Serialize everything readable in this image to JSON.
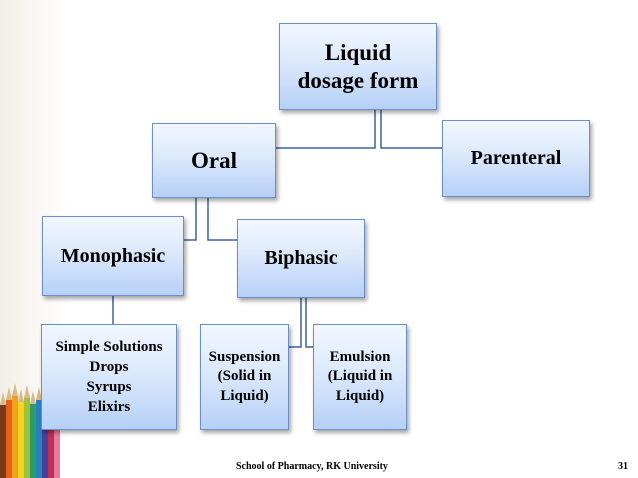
{
  "nodes": {
    "root": "Liquid\ndosage form",
    "oral": "Oral",
    "parenteral": "Parenteral",
    "monophasic": "Monophasic",
    "biphasic": "Biphasic",
    "mono_types": "Simple Solutions\nDrops\nSyrups\nElixirs",
    "suspension": "Suspension\n(Solid in\nLiquid)",
    "emulsion": "Emulsion\n(Liquid in\nLiquid)"
  },
  "footer": {
    "text": "School of Pharmacy, RK University",
    "page_number": "31"
  },
  "colors": {
    "box_border": "#6a8fc7",
    "connector": "#3c64a0",
    "box_top": "#f2f7ff",
    "box_bottom": "#b6d0f7"
  },
  "decoration": {
    "left_strip": "colored-pencils-icon"
  }
}
